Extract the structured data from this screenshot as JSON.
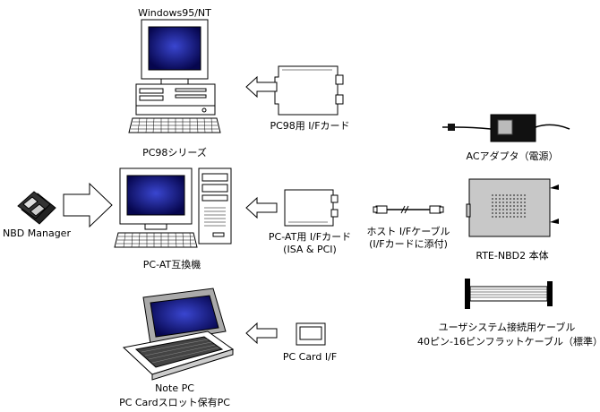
{
  "labels": {
    "windows_os": "Windows95/NT",
    "pc98_series": "PC98シリーズ",
    "pc98_card": "PC98用 I/Fカード",
    "ac_adapter": "ACアダプタ（電源）",
    "nbd_manager": "NBD Manager",
    "pcat_compat": "PC-AT互換機",
    "pcat_card_line1": "PC-AT用 I/Fカード",
    "pcat_card_line2": "(ISA & PCI)",
    "host_cable_line1": "ホスト I/Fケーブル",
    "host_cable_line2": "(I/Fカードに添付)",
    "rte_body": "RTE-NBD2 本体",
    "user_cable_line1": "ユーザシステム接続用ケーブル",
    "user_cable_line2": "40ピン-16ピンフラットケーブル（標準）",
    "pccard_if": "PC Card I/F",
    "note_pc_line1": "Note PC",
    "note_pc_line2": "PC Cardスロット保有PC"
  },
  "colors": {
    "screen": "#0a0a6e",
    "screen_glow": "#2a34b8",
    "device_body": "#c8c8c8",
    "adapter_body": "#111111"
  },
  "icons": {
    "pc98_desktop": "desktop-computer-icon",
    "pcat_desktop": "tower-computer-icon",
    "laptop": "laptop-icon",
    "floppy": "floppy-disks-icon",
    "isa_card": "expansion-card-icon",
    "pccard": "pc-card-icon",
    "cable": "host-cable-icon",
    "adapter": "ac-adapter-icon",
    "emulator": "emulator-box-icon",
    "ribbon": "ribbon-cable-icon"
  }
}
